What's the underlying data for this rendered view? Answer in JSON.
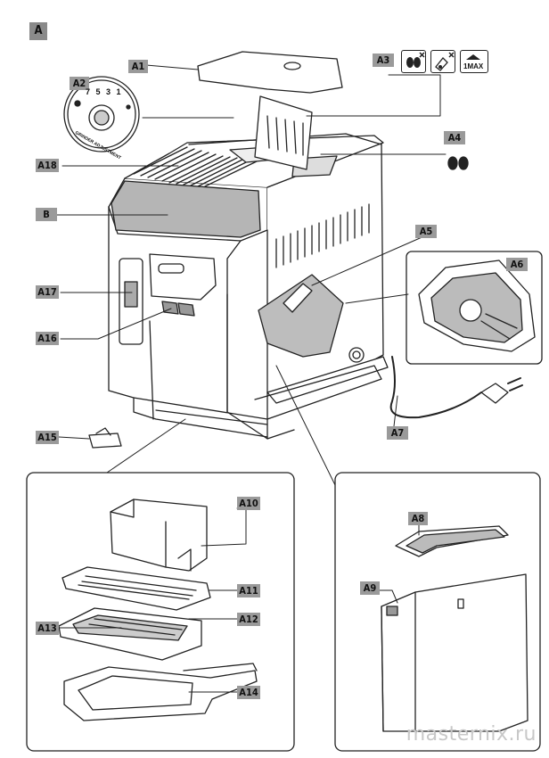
{
  "figure_label": "A",
  "labels": {
    "A1": "A1",
    "A2": "A2",
    "A3": "A3",
    "A4": "A4",
    "A5": "A5",
    "A6": "A6",
    "A7": "A7",
    "A8": "A8",
    "A9": "A9",
    "A10": "A10",
    "A11": "A11",
    "A12": "A12",
    "A13": "A13",
    "A14": "A14",
    "A15": "A15",
    "A16": "A16",
    "A17": "A17",
    "A18": "A18",
    "B": "B"
  },
  "dial_text": "GRINDER ADJUSTMENT",
  "dial_numbers": "7 5 3 1",
  "a3_icon_text": "1MAX",
  "watermark": "masternix.ru"
}
